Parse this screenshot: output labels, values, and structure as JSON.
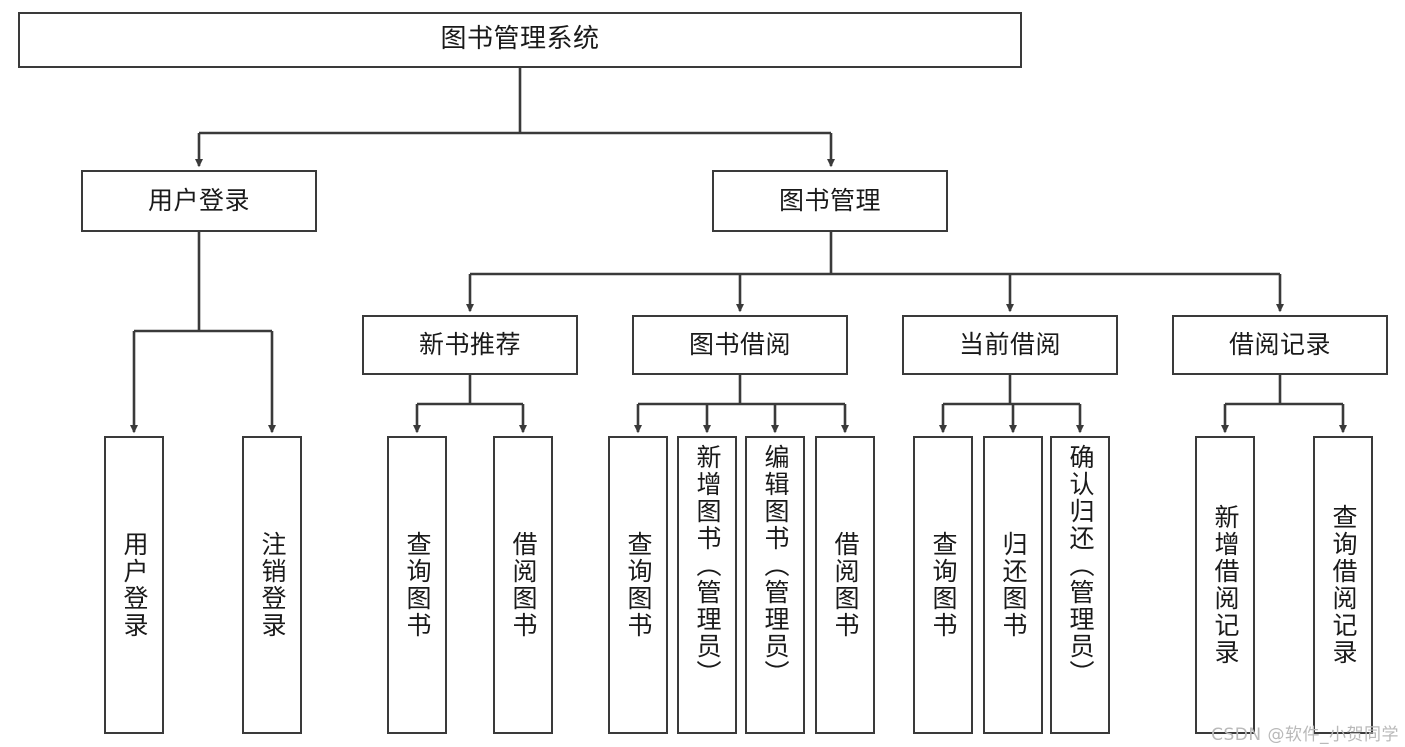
{
  "diagram": {
    "title": "图书管理系统",
    "type": "tree",
    "watermark": "CSDN @软件_小贺同学",
    "colors": {
      "node_border": "#3a3a3a",
      "node_fill": "#ffffff",
      "edge": "#3a3a3a",
      "text": "#1a1a1a",
      "watermark": "#b9b9b9"
    },
    "nodes": {
      "root": {
        "label": "图书管理系统"
      },
      "level2": [
        {
          "id": "user-login",
          "label": "用户登录"
        },
        {
          "id": "book-manage",
          "label": "图书管理"
        }
      ],
      "level3": [
        {
          "id": "new-book-recommend",
          "label": "新书推荐"
        },
        {
          "id": "book-borrow",
          "label": "图书借阅"
        },
        {
          "id": "current-borrow",
          "label": "当前借阅"
        },
        {
          "id": "borrow-record",
          "label": "借阅记录"
        }
      ],
      "leaves": {
        "user_login": [
          {
            "id": "leaf-user-login",
            "label": "用户登录"
          },
          {
            "id": "leaf-logout-login",
            "label": "注销登录"
          }
        ],
        "new_book_recommend": [
          {
            "id": "leaf-query-book-1",
            "label": "查询图书"
          },
          {
            "id": "leaf-borrow-book-1",
            "label": "借阅图书"
          }
        ],
        "book_borrow": [
          {
            "id": "leaf-query-book-2",
            "label": "查询图书"
          },
          {
            "id": "leaf-add-book",
            "label": "新增图书（管理员）"
          },
          {
            "id": "leaf-edit-book",
            "label": "编辑图书（管理员）"
          },
          {
            "id": "leaf-borrow-book-2",
            "label": "借阅图书"
          }
        ],
        "current_borrow": [
          {
            "id": "leaf-query-book-3",
            "label": "查询图书"
          },
          {
            "id": "leaf-return-book",
            "label": "归还图书"
          },
          {
            "id": "leaf-confirm-return",
            "label": "确认归还（管理员）"
          }
        ],
        "borrow_record": [
          {
            "id": "leaf-add-record",
            "label": "新增借阅记录"
          },
          {
            "id": "leaf-query-record",
            "label": "查询借阅记录"
          }
        ]
      }
    }
  }
}
